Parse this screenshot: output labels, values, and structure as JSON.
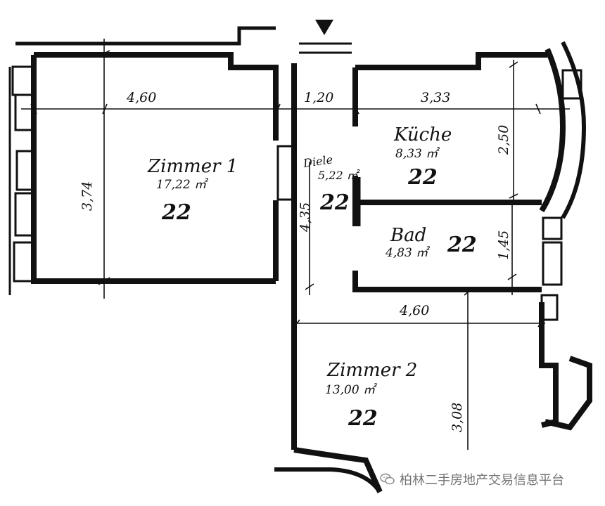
{
  "rooms": {
    "zimmer1": {
      "name": "Zimmer 1",
      "area": "17,22 ㎡",
      "code": "22"
    },
    "diele": {
      "name": "Diele",
      "area": "5,22 ㎡",
      "code": "22"
    },
    "kueche": {
      "name": "Küche",
      "area": "8,33 ㎡",
      "code": "22"
    },
    "bad": {
      "name": "Bad",
      "area": "4,83 ㎡",
      "code": "22"
    },
    "zimmer2": {
      "name": "Zimmer 2",
      "area": "13,00 ㎡",
      "code": "22"
    }
  },
  "dimensions": {
    "z1_width": "4,60",
    "z1_depth": "3,74",
    "diele_width": "1,20",
    "diele_depth": "4,35",
    "kueche_width": "3,33",
    "kueche_depth": "2,50",
    "bad_depth": "1,45",
    "z2_width": "4,60",
    "z2_depth": "3,08"
  },
  "watermark": {
    "text": "柏林二手房地产交易信息平台",
    "icon": "wechat-icon"
  }
}
